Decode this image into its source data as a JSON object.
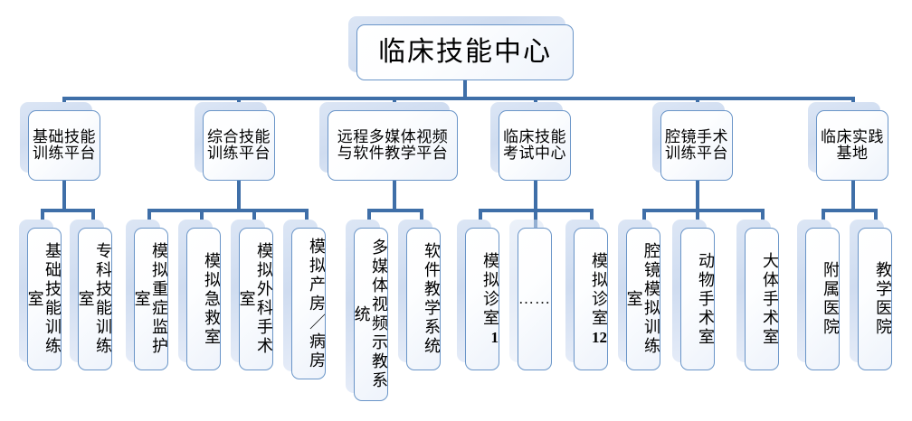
{
  "diagram": {
    "title": "临床技能中心组织结构图",
    "type": "organization-tree",
    "colors": {
      "border": "#6a95c8",
      "connector": "#3f6fa8",
      "shadow": "#dce6f5",
      "fill": "#ffffff",
      "text": "#000000"
    }
  },
  "root": {
    "label": "临床技能中心"
  },
  "platforms": [
    {
      "label": "基础技能训练平台"
    },
    {
      "label": "综合技能训练平台"
    },
    {
      "label": "远程多媒体视频与软件教学平台"
    },
    {
      "label": "临床技能考试中心"
    },
    {
      "label": "腔镜手术训练平台"
    },
    {
      "label": "临床实践基地"
    }
  ],
  "rooms": [
    {
      "label": "基础技能训练室",
      "parent": 0
    },
    {
      "label": "专科技能训练室",
      "parent": 0
    },
    {
      "label": "模拟重症监护室",
      "parent": 1
    },
    {
      "label": "模拟急救室",
      "parent": 1
    },
    {
      "label": "模拟外科手术室",
      "parent": 1
    },
    {
      "label": "模拟产房／病房",
      "parent": 1
    },
    {
      "label": "多媒体视频示教系统",
      "parent": 2
    },
    {
      "label": "软件教学系统",
      "parent": 2
    },
    {
      "label": "模拟诊室",
      "suffix": "1",
      "parent": 3
    },
    {
      "label": "……",
      "parent": 3
    },
    {
      "label": "模拟诊室",
      "suffix": "12",
      "parent": 3
    },
    {
      "label": "腔镜模拟训练室",
      "parent": 4
    },
    {
      "label": "动物手术室",
      "parent": 4
    },
    {
      "label": "大体手术室",
      "parent": 4
    },
    {
      "label": "附属医院",
      "parent": 5
    },
    {
      "label": "教学医院",
      "parent": 5
    }
  ]
}
